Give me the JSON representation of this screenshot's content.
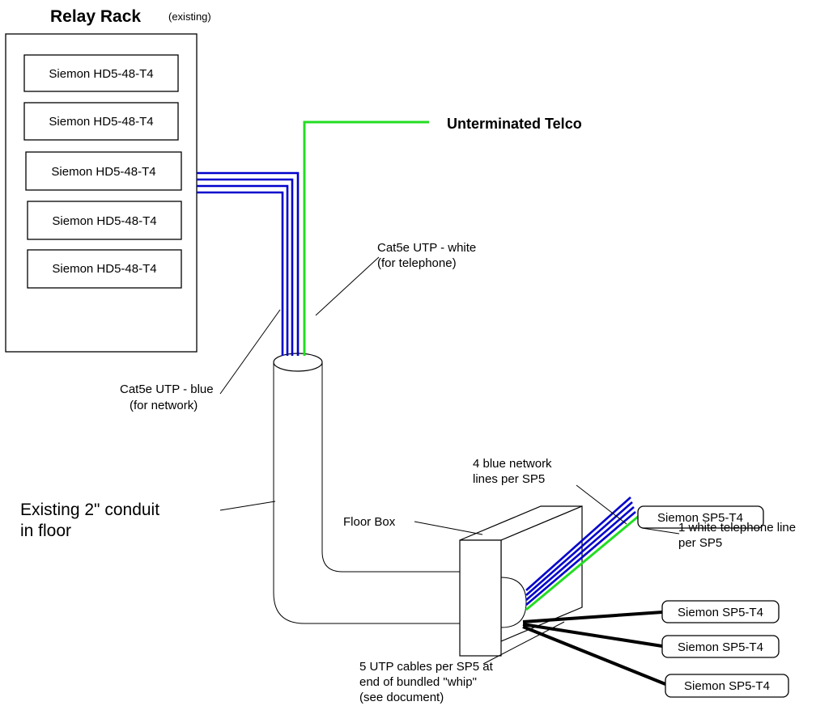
{
  "rack": {
    "title": "Relay Rack",
    "subtitle": "(existing)",
    "panels": [
      "Siemon HD5-48-T4",
      "Siemon HD5-48-T4",
      "Siemon HD5-48-T4",
      "Siemon HD5-48-T4",
      "Siemon HD5-48-T4"
    ]
  },
  "labels": {
    "telco": "Unterminated Telco",
    "cat5e_white": [
      "Cat5e UTP - white",
      "(for telephone)"
    ],
    "cat5e_blue": [
      "Cat5e UTP - blue",
      "(for network)"
    ],
    "conduit": [
      "Existing 2\" conduit",
      "in floor"
    ],
    "floor_box": "Floor Box",
    "blue_lines": [
      "4 blue network",
      "lines per SP5"
    ],
    "white_line": [
      "1 white telephone line",
      "per SP5"
    ],
    "utp_whip": [
      "5 UTP cables per SP5 at",
      "end of bundled \"whip\"",
      "(see document)"
    ]
  },
  "outlets": [
    "Siemon SP5-T4",
    "Siemon SP5-T4",
    "Siemon SP5-T4",
    "Siemon SP5-T4"
  ],
  "colors": {
    "network": "#0000cc",
    "telephone": "#22dd22",
    "utp_black": "#000000",
    "outline": "#000000"
  }
}
